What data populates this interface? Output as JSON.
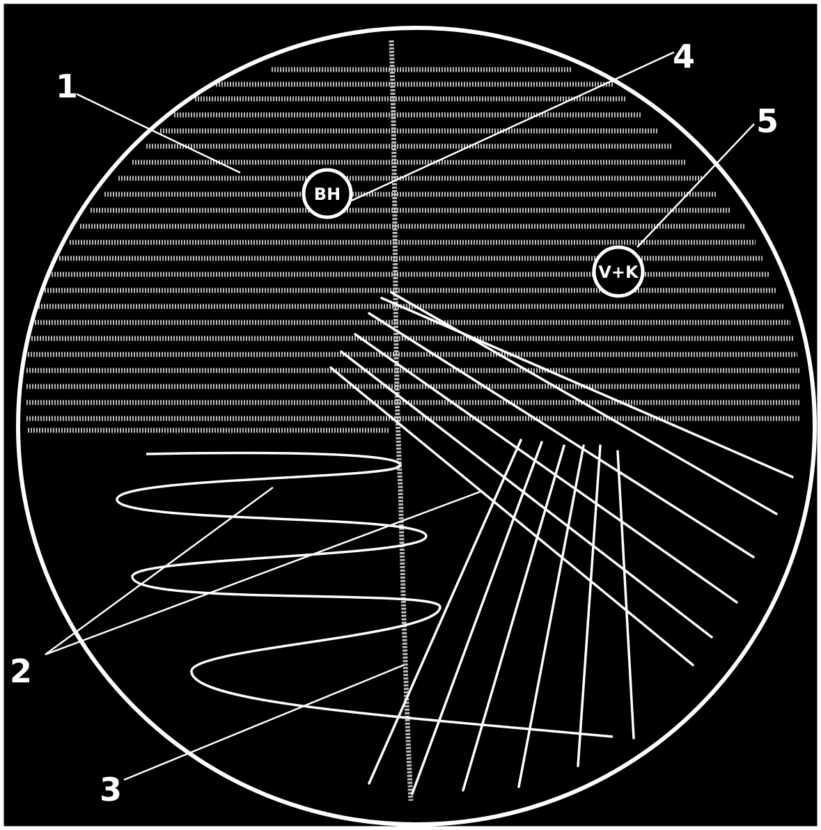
{
  "diagram": {
    "colors": {
      "background": "#000000",
      "lines": "#ffffff",
      "streaks": "#bdbdbd",
      "frame": "#ffffff"
    },
    "callouts": [
      {
        "id": "1",
        "label": "1"
      },
      {
        "id": "2",
        "label": "2"
      },
      {
        "id": "3",
        "label": "3"
      },
      {
        "id": "4",
        "label": "4"
      },
      {
        "id": "5",
        "label": "5"
      }
    ],
    "discs": [
      {
        "id": "bh",
        "label": "BH"
      },
      {
        "id": "vk",
        "label": "V+K"
      }
    ]
  }
}
